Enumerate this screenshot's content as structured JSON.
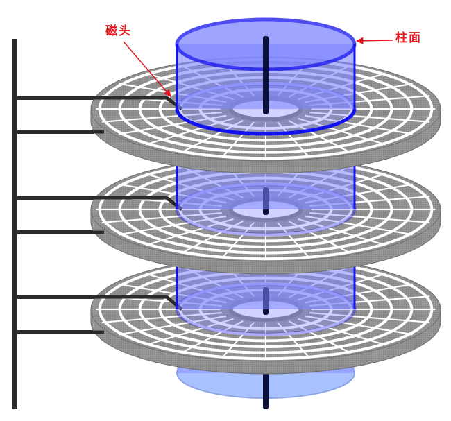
{
  "labels": {
    "head": "磁头",
    "cylinder": "柱面"
  },
  "colors": {
    "label_red": "#e8141c",
    "cylinder_blue": "#1212ee",
    "cylinder_fill": "#7f86ff",
    "platter_gray": "#8a8a8a",
    "arm_dark": "#2b2b2b",
    "spindle": "#0a0f3a"
  },
  "structure": {
    "platters": 3,
    "rings_per_platter": 6,
    "radial_sectors": 24
  }
}
